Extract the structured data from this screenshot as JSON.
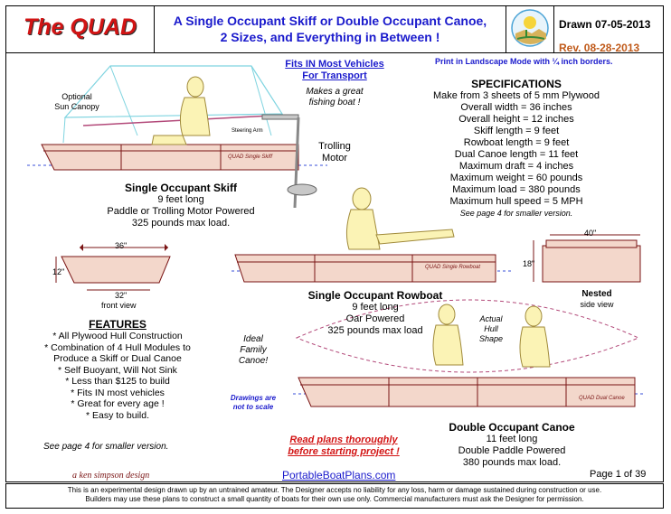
{
  "header": {
    "title": "The QUAD",
    "subtitle_line1": "A Single Occupant  Skiff or Double Occupant Canoe,",
    "subtitle_line2": "2 Sizes, and Everything in Between !",
    "drawn": "Drawn 07-05-2013",
    "rev": "Rev. 08-28-2013"
  },
  "notes": {
    "fits_line1": "Fits IN Most Vehicles",
    "fits_line2": "For Transport",
    "fishing_line1": "Makes a great",
    "fishing_line2": "fishing boat !",
    "print_mode": "Print in Landscape Mode with ¼ inch borders.",
    "canopy_line1": "Optional",
    "canopy_line2": "Sun Canopy",
    "steering_arm": "Steering Arm",
    "trolling_line1": "Trolling",
    "trolling_line2": "Motor",
    "family_line1": "Ideal",
    "family_line2": "Family",
    "family_line3": "Canoe!",
    "drawings_line1": "Drawings are",
    "drawings_line2": "not to scale",
    "read_line1": "Read plans thoroughly",
    "read_line2": "before starting project !",
    "actual_line1": "Actual",
    "actual_line2": "Hull",
    "actual_line3": "Shape",
    "front_view": "front view",
    "side_view": "side view",
    "nested": "Nested",
    "designer": "a ken simpson design",
    "website": "PortableBoatPlans.com",
    "page": "Page 1 of  39",
    "smaller_version": "See page 4 for smaller version."
  },
  "hull_labels": {
    "skiff": "QUAD Single Skiff",
    "rowboat": "QUAD Single Rowboat",
    "canoe": "QUAD Dual Canoe"
  },
  "dimensions": {
    "width_top": "36\"",
    "height_left": "12\"",
    "width_bottom": "32\"",
    "nested_width": "40\"",
    "nested_height": "18\""
  },
  "specifications": {
    "title": "SPECIFICATIONS",
    "lines": [
      "Make from 3 sheets of 5 mm Plywood",
      "Overall width = 36 inches",
      "Overall height = 12 inches",
      "Skiff length = 9 feet",
      "Rowboat length = 9 feet",
      "Dual Canoe length = 11 feet",
      "Maximum draft = 4 inches",
      "Maximum weight = 60 pounds",
      "Maximum load = 380 pounds",
      "Maximum hull speed = 5 MPH"
    ],
    "note": "See page 4 for smaller version."
  },
  "skiff": {
    "title": "Single Occupant Skiff",
    "lines": [
      "9 feet long",
      "Paddle or Trolling Motor Powered",
      "325 pounds max load."
    ]
  },
  "rowboat": {
    "title": "Single Occupant Rowboat",
    "lines": [
      "9 feet long",
      "Oar Powered",
      "325 pounds max load"
    ]
  },
  "canoe": {
    "title": "Double Occupant Canoe",
    "lines": [
      "11 feet long",
      "Double Paddle Powered",
      "380 pounds max load."
    ]
  },
  "features": {
    "title": "FEATURES",
    "lines": [
      "* All Plywood Hull Construction",
      "* Combination of 4 Hull Modules to",
      "Produce a Skiff or Dual Canoe",
      "* Self Buoyant, Will Not Sink",
      "* Less than $125 to build",
      "* Fits IN most vehicles",
      "* Great for every age !",
      "* Easy to build."
    ]
  },
  "footer": {
    "line1": "This is an experimental design drawn up by an untrained amateur. The Designer accepts no liability for any loss, harm or damage sustained during construction or use.",
    "line2": "Builders may use these plans to construct a small quantity of boats for their own use only.  Commercial manufacturers must ask the Designer for permission."
  },
  "colors": {
    "hull_fill": "#f3d7cb",
    "hull_stroke": "#7a1414",
    "person_fill": "#fbf3b5",
    "water_line": "#3a4fd8",
    "canopy": "#7fd4e0",
    "motor": "#c8c8c8"
  }
}
